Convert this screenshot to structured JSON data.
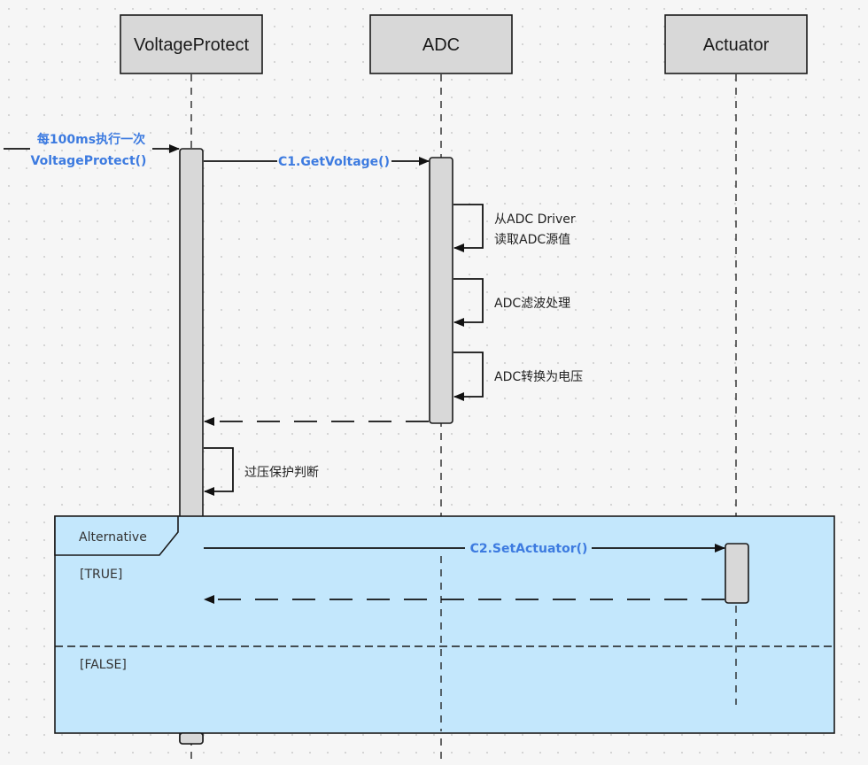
{
  "participants": {
    "voltage_protect": "VoltageProtect",
    "adc": "ADC",
    "actuator": "Actuator"
  },
  "messages": {
    "trigger_line1": "每100ms执行一次",
    "trigger_line2": "VoltageProtect()",
    "get_voltage": "C1.GetVoltage()",
    "set_actuator": "C2.SetActuator()"
  },
  "self_calls": {
    "read_adc_line1": "从ADC Driver",
    "read_adc_line2": "读取ADC源值",
    "adc_filter": "ADC滤波处理",
    "adc_convert": "ADC转换为电压",
    "overvoltage_check": "过压保护判断"
  },
  "fragment": {
    "type": "Alternative",
    "guard_true": "[TRUE]",
    "guard_false": "[FALSE]"
  },
  "colors": {
    "message_text": "#3d7be0",
    "fragment_fill": "#c3e7fc",
    "participant_fill": "#d8d8d8"
  }
}
